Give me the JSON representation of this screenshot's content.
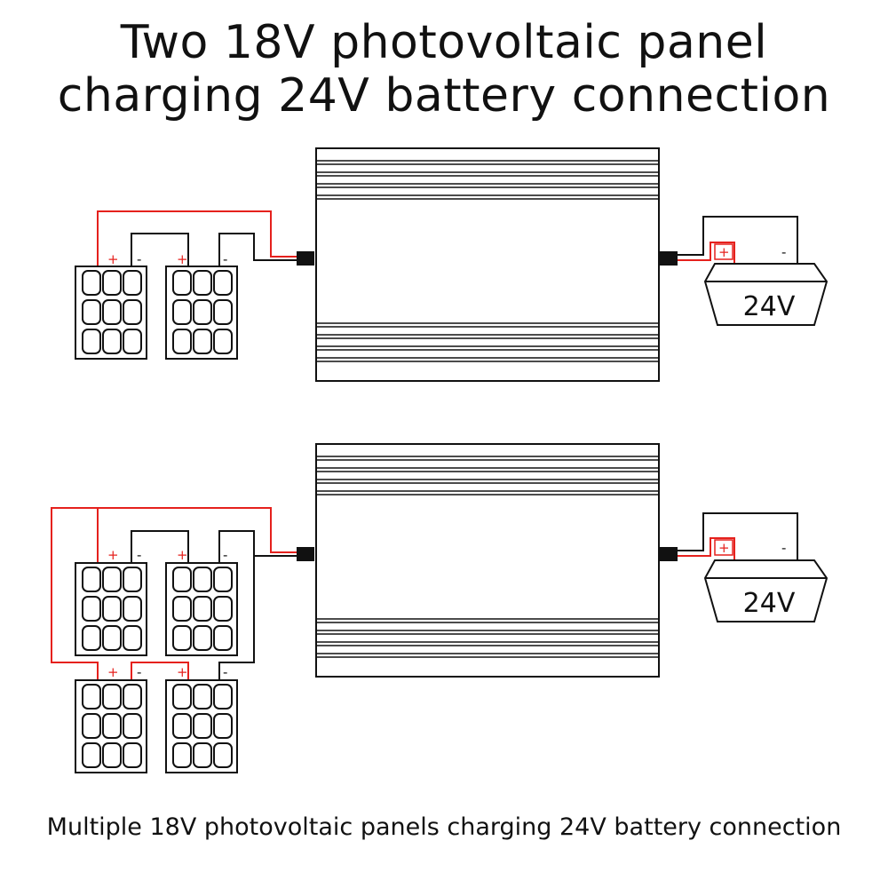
{
  "title": {
    "line1": "Two 18V photovoltaic panel",
    "line2": "charging 24V battery connection"
  },
  "caption": "Multiple 18V photovoltaic panels charging 24V battery connection",
  "terminals": {
    "plus": "+",
    "minus": "-"
  },
  "battery": {
    "label": "24V"
  },
  "colors": {
    "positive_wire": "#e5211d",
    "negative_wire": "#111111",
    "outline": "#111111"
  },
  "diagrams": [
    {
      "name": "two-panel-series",
      "panels": 2
    },
    {
      "name": "four-panel-series-parallel",
      "panels": 4
    }
  ]
}
